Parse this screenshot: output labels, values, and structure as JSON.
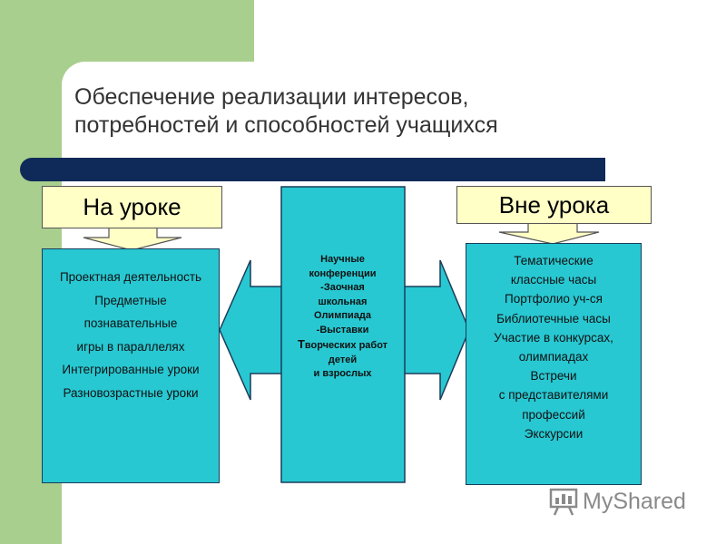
{
  "title": {
    "line1": "Обеспечение реализации интересов,",
    "line2": "потребностей и способностей учащихся"
  },
  "left_label": "На уроке",
  "right_label": "Вне урока",
  "left_panel_items": [
    "Проектная деятельность",
    "Предметные",
    "познавательные",
    "игры в параллелях",
    "Интегрированные уроки",
    "Разновозрастные уроки"
  ],
  "center_items": [
    "Научные",
    "конференции",
    "-Заочная",
    "школьная",
    "Олимпиада",
    "-Выставки",
    "творческих работ",
    "детей",
    "и взрослых"
  ],
  "center_big_initial": "Т",
  "right_panel_items": [
    "Тематические",
    "классные часы",
    "Портфолио уч-ся",
    "Библиотечные часы",
    "Участие в конкурсах,",
    "олимпиадах",
    "Встречи",
    "с представителями",
    "профессий",
    "Экскурсии"
  ],
  "watermark": "MyShared",
  "icons": {
    "watermark_logo": "presentation-board-icon"
  },
  "colors": {
    "green_band": "#a9cf8f",
    "dark_bar": "#0f2a58",
    "panel_fill": "#27c8d2",
    "label_fill": "#ffffc6"
  }
}
